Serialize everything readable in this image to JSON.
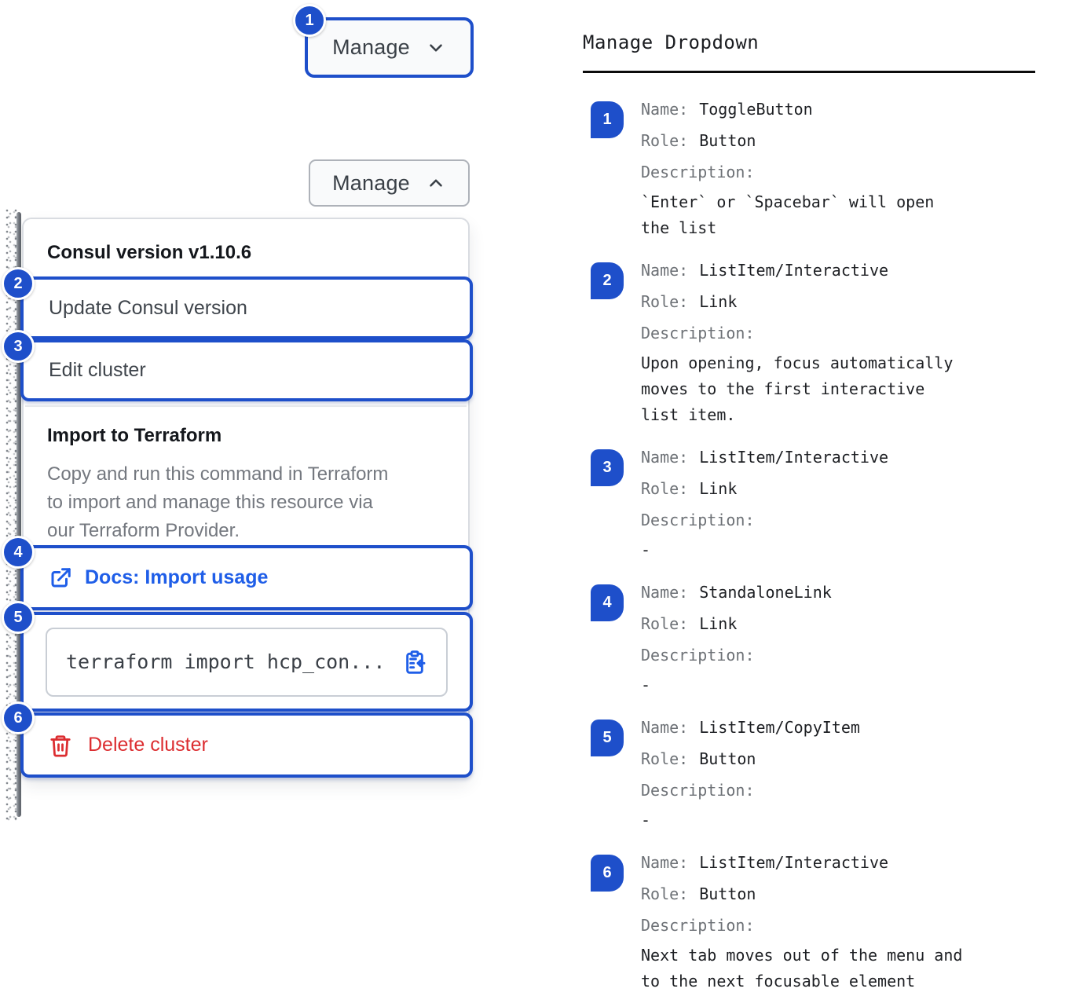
{
  "colors": {
    "accent_blue": "#1e4fca",
    "link_blue": "#1f5ee8",
    "danger_red": "#dc2d30"
  },
  "left": {
    "toggle_closed": {
      "label": "Manage"
    },
    "toggle_open": {
      "label": "Manage"
    },
    "menu": {
      "version_header": "Consul version v1.10.6",
      "items": [
        {
          "label": "Update Consul version"
        },
        {
          "label": "Edit cluster"
        }
      ],
      "import_section": {
        "title": "Import to Terraform",
        "description": "Copy and run this command in Terraform\nto import and manage this resource via\nour Terraform Provider.",
        "docs_link_label": "Docs: Import usage",
        "code_snippet": "terraform import hcp_con...",
        "delete_label": "Delete cluster"
      }
    },
    "badges": {
      "b1": "1",
      "b2": "2",
      "b3": "3",
      "b4": "4",
      "b5": "5",
      "b6": "6"
    }
  },
  "annotations": {
    "heading": "Manage Dropdown",
    "labels": {
      "name": "Name:",
      "role": "Role:",
      "description": "Description:"
    },
    "items": [
      {
        "num": "1",
        "name": "ToggleButton",
        "role": "Button",
        "description": "`Enter` or `Spacebar` will open\nthe list"
      },
      {
        "num": "2",
        "name": "ListItem/Interactive",
        "role": "Link",
        "description": "Upon opening, focus automatically\nmoves to the first interactive\nlist item."
      },
      {
        "num": "3",
        "name": "ListItem/Interactive",
        "role": "Link",
        "description": "-"
      },
      {
        "num": "4",
        "name": "StandaloneLink",
        "role": "Link",
        "description": "-"
      },
      {
        "num": "5",
        "name": "ListItem/CopyItem",
        "role": "Button",
        "description": "-"
      },
      {
        "num": "6",
        "name": "ListItem/Interactive",
        "role": "Button",
        "description": "Next tab moves out of the menu and\nto the next focusable element"
      }
    ]
  }
}
